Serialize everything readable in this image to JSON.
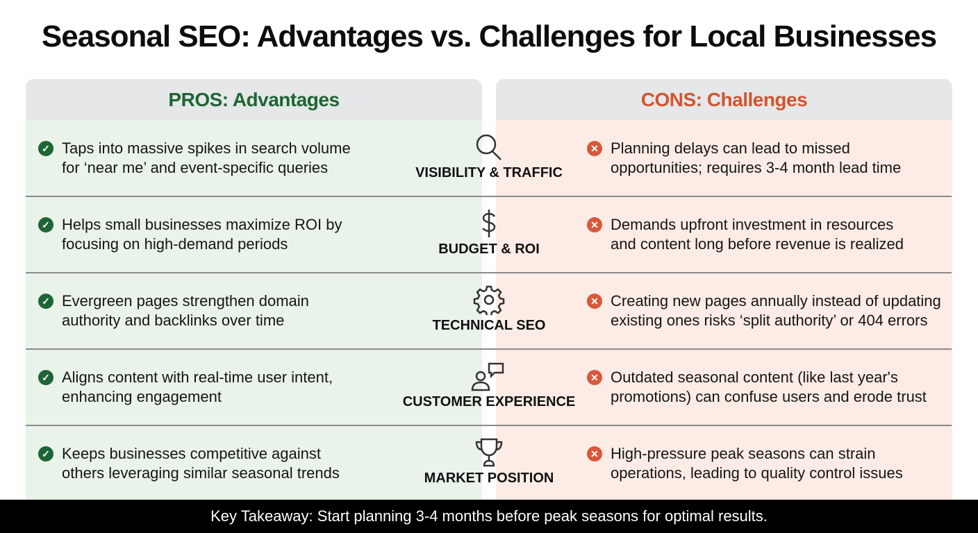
{
  "title": "Seasonal SEO: Advantages vs. Challenges for Local Businesses",
  "pros_header": "PROS: Advantages",
  "cons_header": "CONS: Challenges",
  "colors": {
    "pros": "#1e6535",
    "cons": "#d2552f"
  },
  "rows": [
    {
      "category": "VISIBILITY & TRAFFIC",
      "icon": "search-icon",
      "pro": [
        "Taps into massive spikes in search volume",
        "for ‘near me’ and event-specific queries"
      ],
      "con": [
        "Planning delays can lead to missed",
        "opportunities; requires 3-4 month lead time"
      ]
    },
    {
      "category": "BUDGET & ROI",
      "icon": "dollar-icon",
      "pro": [
        "Helps small businesses maximize ROI by",
        "focusing on high-demand periods"
      ],
      "con": [
        "Demands upfront investment in resources",
        "and content long before revenue is realized"
      ]
    },
    {
      "category": "TECHNICAL SEO",
      "icon": "gear-icon",
      "pro": [
        "Evergreen pages strengthen domain",
        "authority and backlinks over time"
      ],
      "con": [
        "Creating new pages annually instead of updating",
        "existing ones risks ‘split authority’ or 404 errors"
      ]
    },
    {
      "category": "CUSTOMER EXPERIENCE",
      "icon": "user-chat-icon",
      "pro": [
        "Aligns content with real-time user intent,",
        "enhancing engagement"
      ],
      "con": [
        "Outdated seasonal content (like last year's",
        "promotions) can confuse users and erode trust"
      ]
    },
    {
      "category": "MARKET POSITION",
      "icon": "trophy-icon",
      "pro": [
        "Keeps businesses competitive against",
        "others leveraging similar seasonal trends"
      ],
      "con": [
        "High-pressure peak seasons can strain",
        "operations, leading to quality control issues"
      ]
    }
  ],
  "footer": "Key Takeaway: Start planning 3-4 months before peak seasons for optimal results."
}
